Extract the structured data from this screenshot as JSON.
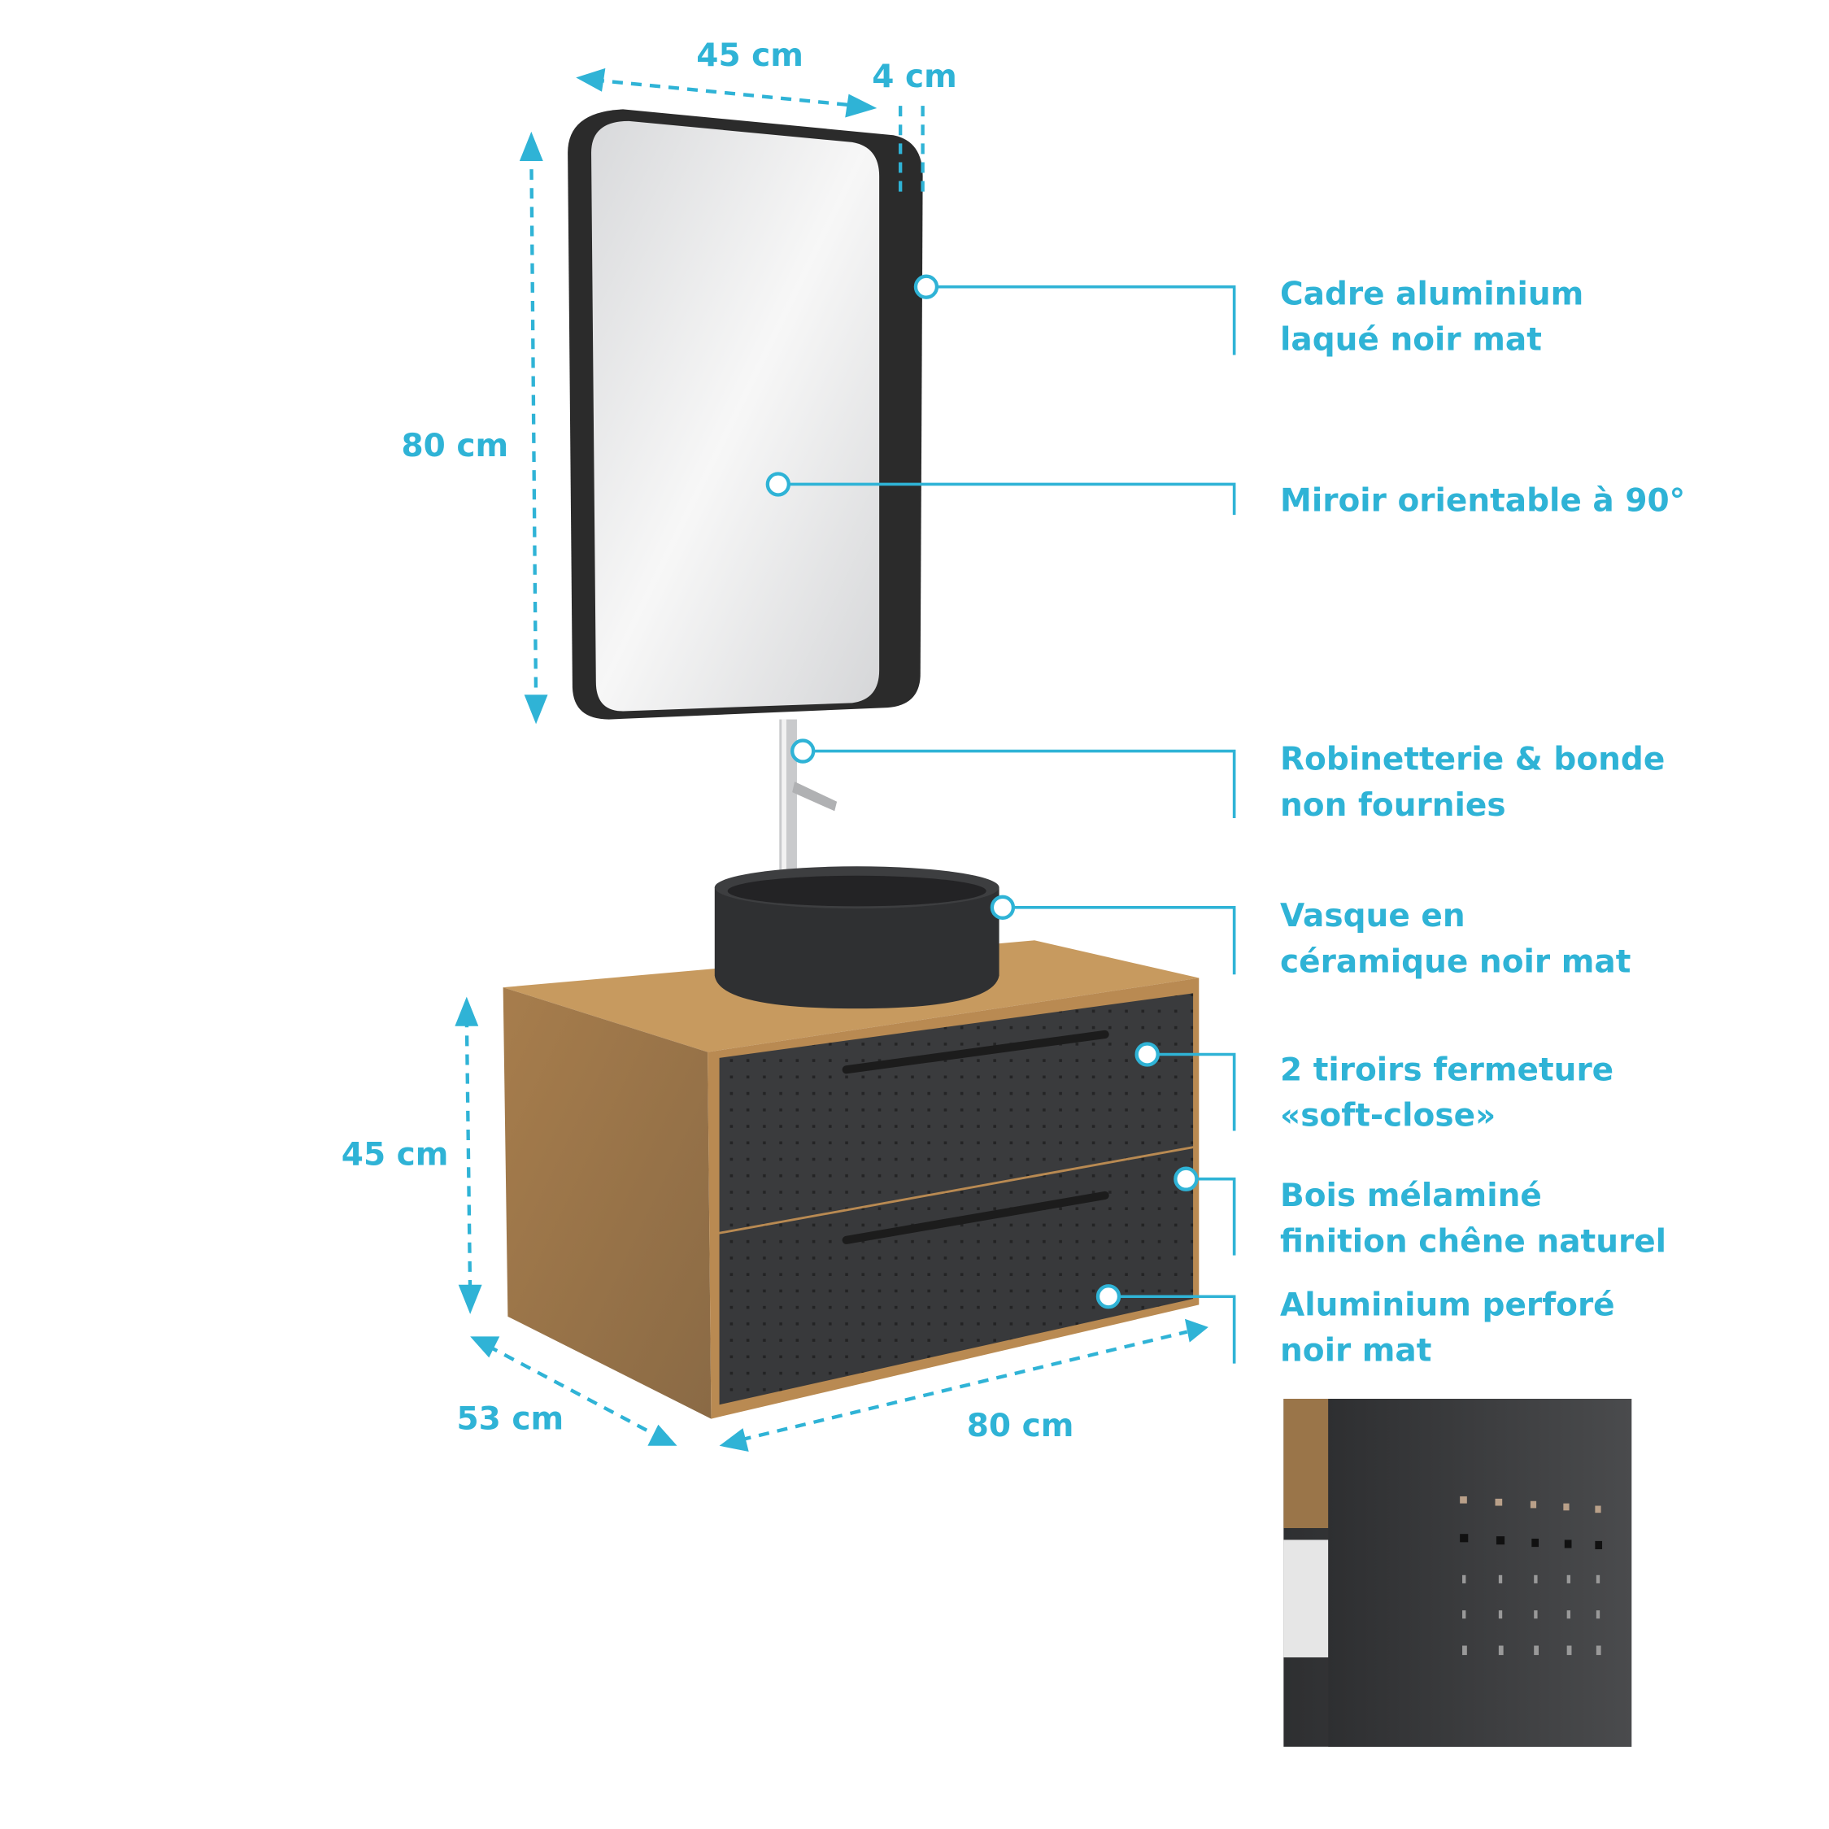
{
  "colors": {
    "accent": "#2fb3d6",
    "frame": "#2b2b2b",
    "oak": "#b8894f",
    "panel": "#3a3b3d"
  },
  "dimensions": {
    "mirror_width": "45 cm",
    "mirror_depth": "4 cm",
    "mirror_height": "80 cm",
    "cabinet_height": "45 cm",
    "cabinet_depth": "53 cm",
    "cabinet_width": "80 cm"
  },
  "features": [
    {
      "line1": "Cadre aluminium",
      "line2": "laqué noir mat"
    },
    {
      "line1": "Miroir orientable à 90°",
      "line2": ""
    },
    {
      "line1": "Robinetterie & bonde",
      "line2": "non fournies"
    },
    {
      "line1": "Vasque en",
      "line2": "céramique noir mat"
    },
    {
      "line1": "2 tiroirs fermeture",
      "line2": "«soft-close»"
    },
    {
      "line1": "Bois mélaminé",
      "line2": "finition chêne naturel"
    },
    {
      "line1": "Aluminium perforé",
      "line2": "noir mat"
    }
  ]
}
